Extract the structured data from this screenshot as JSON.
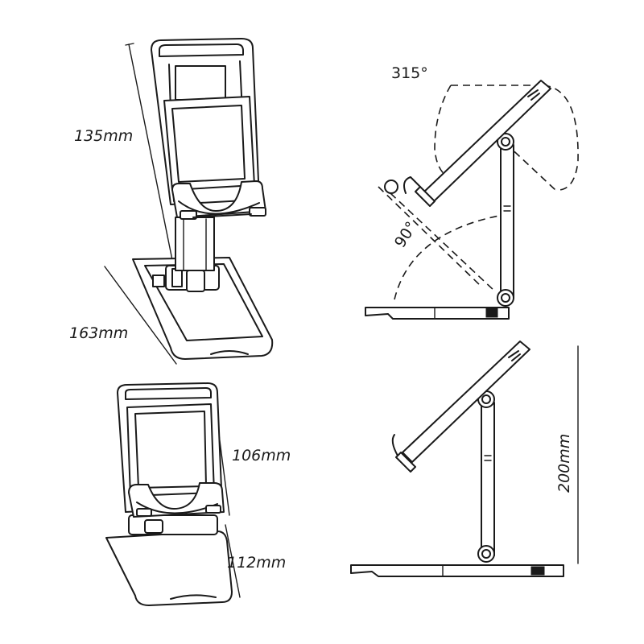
{
  "views": {
    "top_left": {
      "height_label": "135mm",
      "depth_label": "163mm"
    },
    "bottom_left": {
      "height_label": "106mm",
      "depth_label": "112mm"
    },
    "top_right": {
      "rotation_label": "315°",
      "angle_label": "90°"
    },
    "bottom_right": {
      "height_label": "200mm"
    }
  },
  "colors": {
    "ink": "#1a1a1a",
    "background": "#ffffff"
  }
}
